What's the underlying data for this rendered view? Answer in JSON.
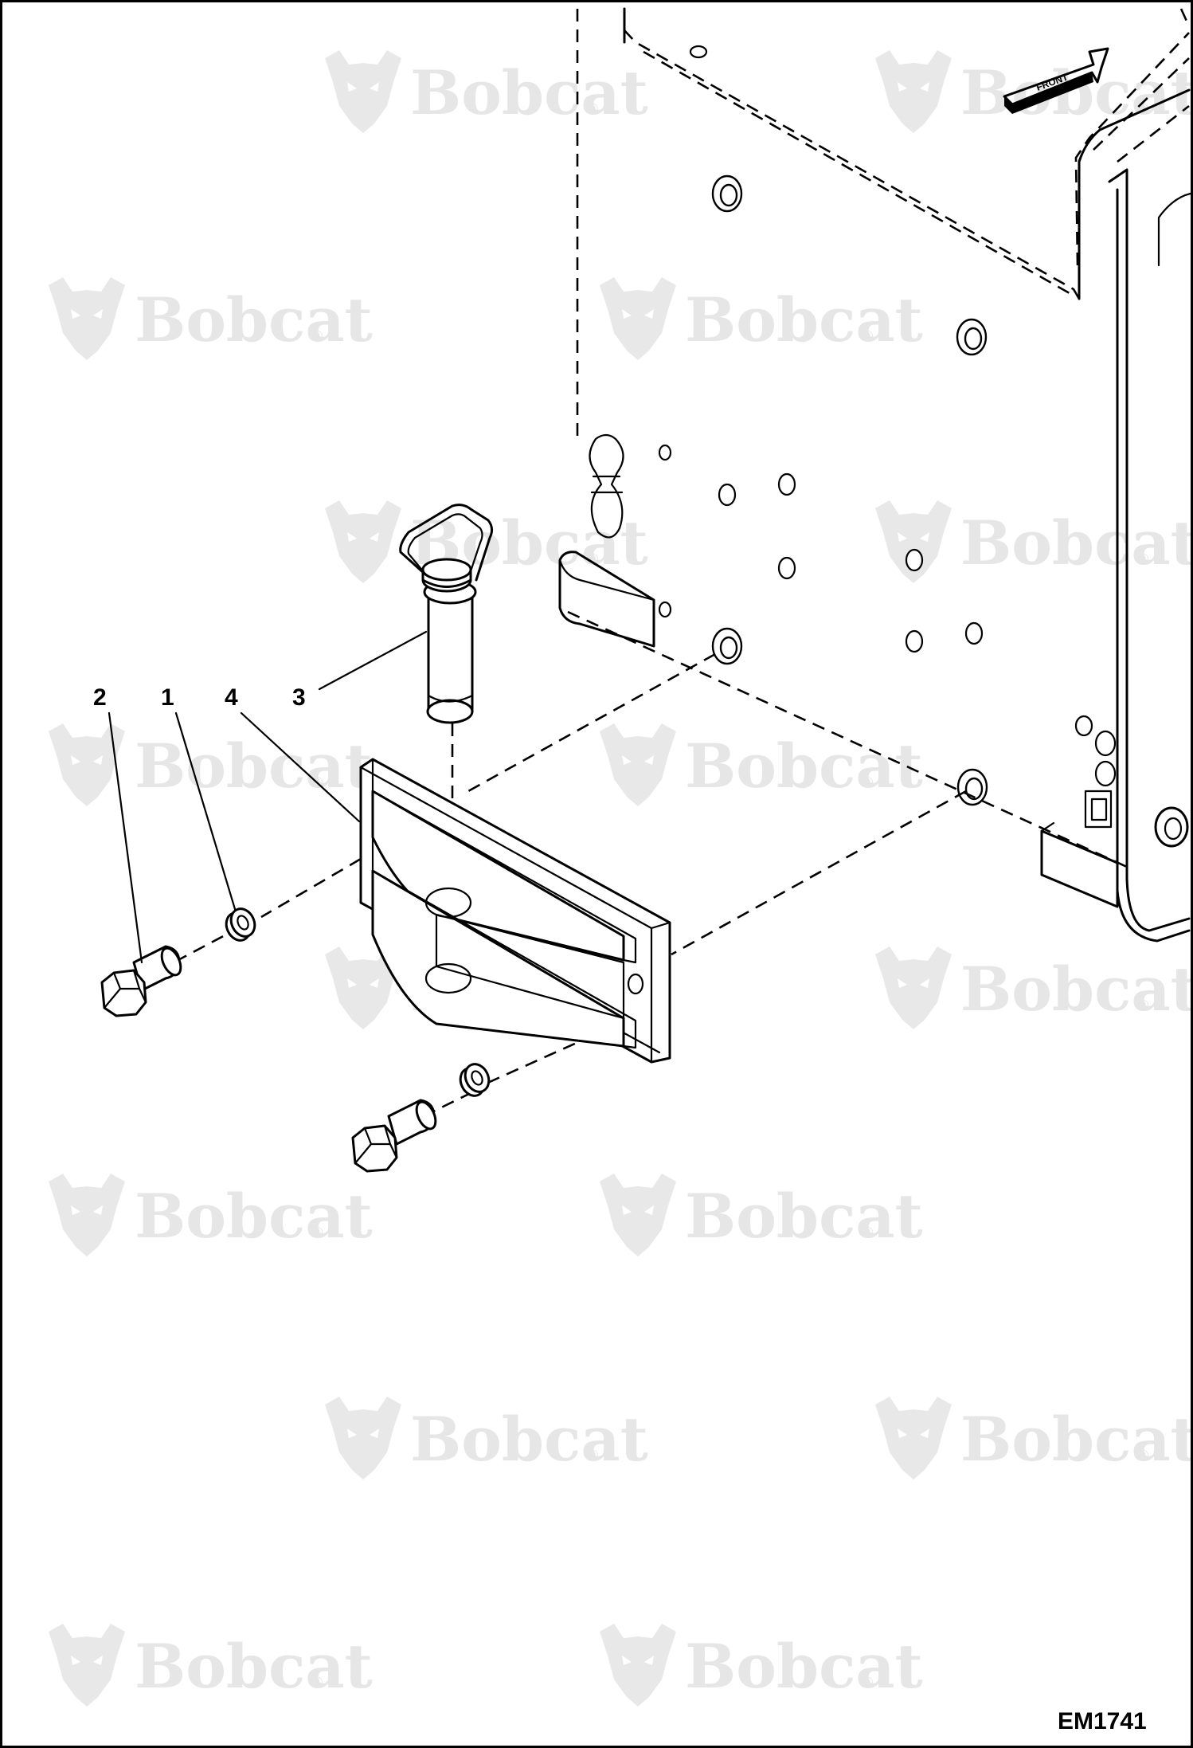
{
  "watermark": {
    "brand": "Bobcat",
    "mark": "®"
  },
  "machine": {
    "direction_arrow_label": "FRONT"
  },
  "callouts": [
    {
      "id": "2",
      "label": "2"
    },
    {
      "id": "1",
      "label": "1"
    },
    {
      "id": "4",
      "label": "4"
    },
    {
      "id": "3",
      "label": "3"
    }
  ],
  "figure_id": "EM1741"
}
